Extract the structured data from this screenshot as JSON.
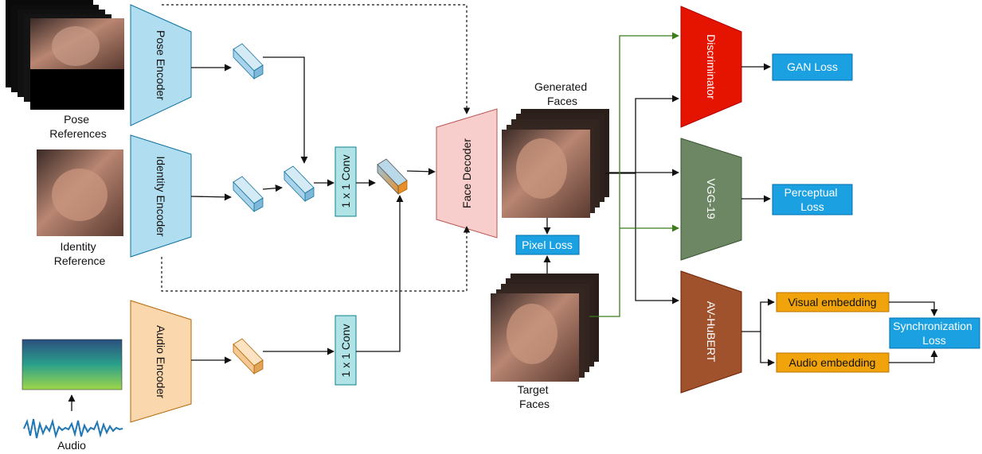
{
  "inputs": {
    "pose_label": [
      "Pose",
      "References"
    ],
    "identity_label": [
      "Identity",
      "Reference"
    ],
    "audio_label": "Audio"
  },
  "encoders": {
    "pose": "Pose Encoder",
    "identity": "Identity Encoder",
    "audio": "Audio Encoder"
  },
  "conv": {
    "top": "1 x 1 Conv",
    "bottom": "1 x 1 Conv"
  },
  "decoder": "Face Decoder",
  "generated_label": [
    "Generated",
    "Faces"
  ],
  "target_label": [
    "Target",
    "Faces"
  ],
  "losses": {
    "pixel": "Pixel Loss",
    "gan": "GAN Loss",
    "perceptual": [
      "Perceptual",
      "Loss"
    ],
    "sync": [
      "Synchronization",
      "Loss"
    ]
  },
  "networks": {
    "discriminator": "Discriminator",
    "vgg": "VGG-19",
    "avhubert": "AV-HuBERT"
  },
  "embeddings": {
    "visual": "Visual embedding",
    "audio": "Audio embedding"
  },
  "colors": {
    "encoder_blue": "#b1ddf0",
    "encoder_orange": "#fad7ac",
    "conv_teal": "#b0e3e6",
    "decoder_pink": "#f8cecc",
    "loss_blue": "#1ba1e2",
    "embedding_orange": "#f0a30a",
    "discriminator_red": "#e51400",
    "vgg_green": "#6d8764",
    "avhubert_brown": "#a0522d",
    "green_arrow": "#3b7d1a"
  }
}
